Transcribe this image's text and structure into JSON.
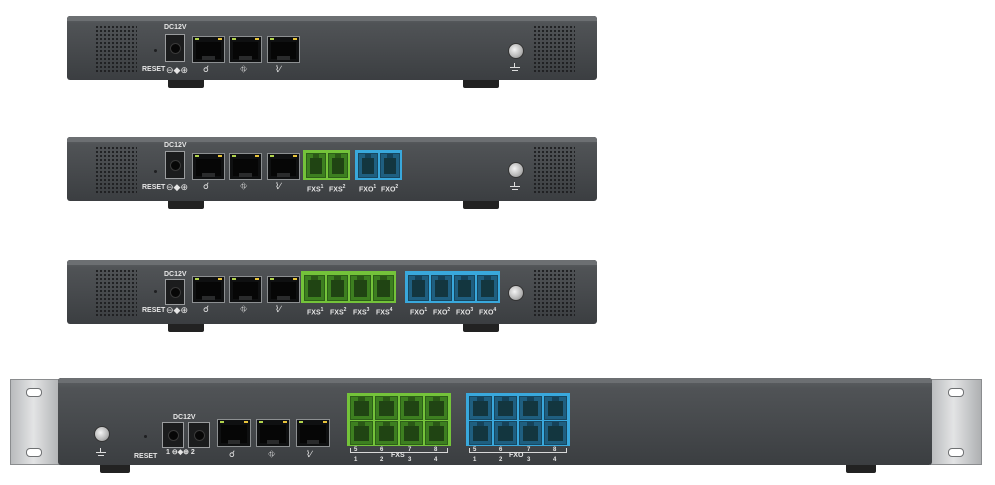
{
  "labels": {
    "reset": "RESET",
    "dc": "DC12V",
    "fxs": [
      "FXS",
      "FXS",
      "FXS",
      "FXS"
    ],
    "fxo": [
      "FXO",
      "FXO",
      "FXO",
      "FXO"
    ],
    "sup": [
      "1",
      "2",
      "3",
      "4"
    ],
    "rack_fxs": "FXS",
    "rack_fxo": "FXO",
    "rack_nums_fxs": [
      "5",
      "6",
      "7",
      "8",
      "1",
      "2",
      "3",
      "4"
    ],
    "rack_nums_fxo": [
      "5",
      "6",
      "7",
      "8",
      "1",
      "2",
      "3",
      "4"
    ],
    "dc_nums": [
      "1",
      "2"
    ]
  },
  "icons": {
    "wan": "globe-icon",
    "lan": "network-icon",
    "heartbeat": "pulse-icon",
    "ground": "ground-icon"
  },
  "colors": {
    "fxs": "#74c33a",
    "fxo": "#39a8dc",
    "chassis": "#4a4d50"
  }
}
